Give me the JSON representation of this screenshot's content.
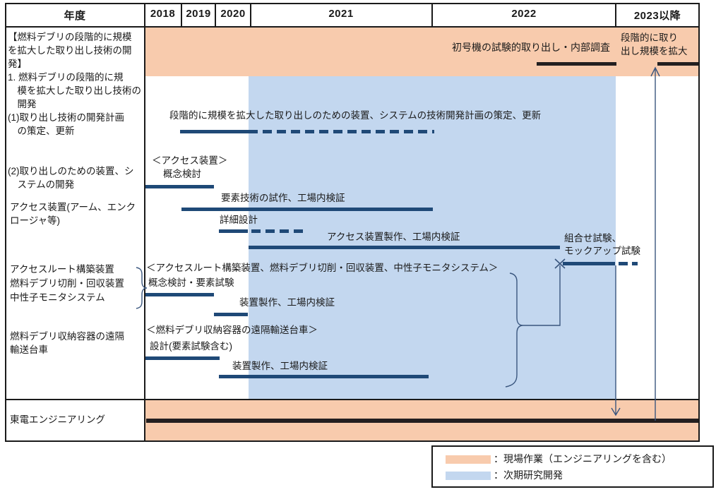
{
  "header": {
    "year_label": "年度",
    "years": [
      "2018",
      "2019",
      "2020",
      "2021",
      "2022",
      "2023以降"
    ]
  },
  "sidebar": {
    "heading": "【燃料デブリの段階的に規模\nを拡大した取り出し技術の開\n発】",
    "item_1": "1. 燃料デブリの段階的に規\n　模を拡大した取り出し技術の\n　開発",
    "item_1_1": "(1)取り出し技術の開発計画\n　の策定、更新",
    "item_1_2": "(2)取り出しのための装置、シ\n　ステムの開発",
    "device_access": "アクセス装置(アーム、エンク\nロージャ等)",
    "device_group": "アクセスルート構築装置\n燃料デブリ切削・回収装置\n中性子モニタシステム",
    "device_container": "燃料デブリ収納容器の遠隔\n輸送台車"
  },
  "top_band": {
    "trial_label": "初号機の試験的取り出し・内部調査",
    "expand_label": "段階的に取り\n出し規模を拡大"
  },
  "schedule": {
    "plan_label": "段階的に規模を拡大した取り出しのための装置、システムの技術開発計画の策定、更新",
    "access_header": "＜アクセス装置＞",
    "access_concept": "概念検討",
    "access_proto": "要素技術の試作、工場内検証",
    "access_detail": "詳細設計",
    "access_fab": "アクセス装置製作、工場内検証",
    "combined_test": "組合せ試験、\nモックアップ試験",
    "route_header": "＜アクセスルート構築装置、燃料デブリ切削・回収装置、中性子モニタシステム＞",
    "route_concept": "概念検討・要素試験",
    "route_fab": "装置製作、工場内検証",
    "container_header": "＜燃料デブリ収納容器の遠隔輸送台車＞",
    "container_design": "設計(要素試験含む)",
    "container_fab": "装置製作、工場内検証"
  },
  "bottom_row": {
    "label": "東電エンジニアリング"
  },
  "legend": {
    "onsite_label": "：現場作業（エンジニアリングを含む）",
    "rnd_label": "：次期研究開発"
  },
  "colors": {
    "onsite_orange": "#F8CBAD",
    "rnd_blue": "#C3D7EF",
    "bar_navy": "#1F4977",
    "bar_black": "#231F20",
    "connector_navy": "#3A567E"
  }
}
